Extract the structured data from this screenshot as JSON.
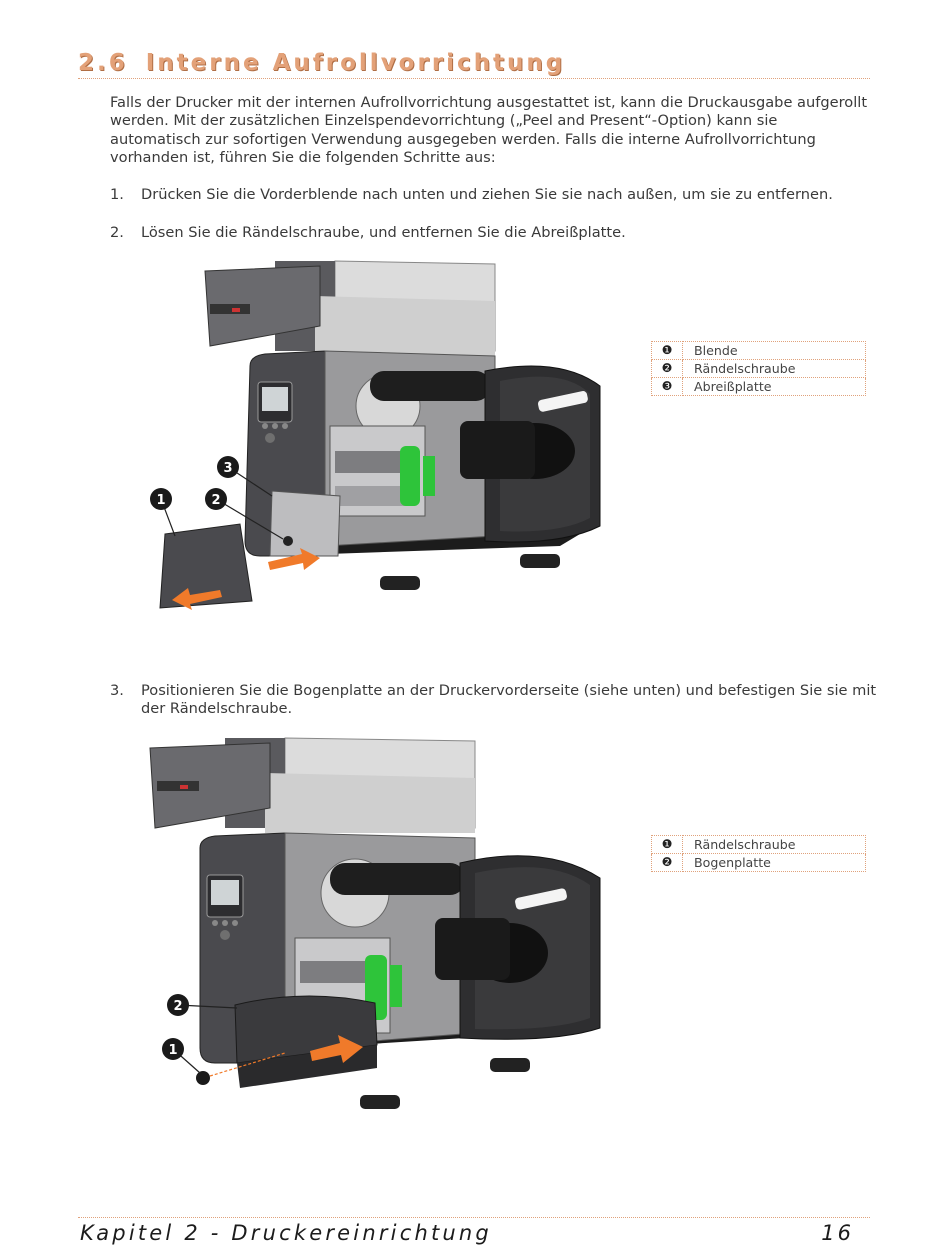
{
  "section": {
    "number": "2.6",
    "title": "Interne Aufrollvorrichtung"
  },
  "intro": "Falls der Drucker mit der internen Aufrollvorrichtung ausgestattet ist, kann die Druckausgabe aufgerollt werden. Mit der zusätzlichen Einzelspendevorrichtung („Peel and Present“-Option) kann sie automatisch zur sofortigen Verwendung ausgegeben werden. Falls die interne Aufrollvorrichtung vorhanden ist, führen Sie die folgenden Schritte aus:",
  "steps": [
    {
      "num": "1.",
      "text": "Drücken Sie die Vorderblende nach unten und ziehen Sie sie nach außen, um sie zu entfernen."
    },
    {
      "num": "2.",
      "text": "Lösen Sie die Rändelschraube, und entfernen Sie die Abreißplatte."
    },
    {
      "num": "3.",
      "text": "Positionieren Sie die Bogenplatte an der Druckervorderseite (siehe unten) und befestigen Sie sie mit der Rändelschraube."
    }
  ],
  "figure1": {
    "callouts": [
      "1",
      "2",
      "3"
    ],
    "legend": [
      {
        "key": "❶",
        "label": "Blende"
      },
      {
        "key": "❷",
        "label": "Rändelschraube"
      },
      {
        "key": "❸",
        "label": "Abreißplatte"
      }
    ]
  },
  "figure2": {
    "callouts": [
      "1",
      "2"
    ],
    "legend": [
      {
        "key": "❶",
        "label": "Rändelschraube"
      },
      {
        "key": "❷",
        "label": "Bogenplatte"
      }
    ]
  },
  "colors": {
    "accent": "#e3a178",
    "arrow": "#f07a2a",
    "highlight_green": "#2ec43a",
    "printer_dark": "#4a4a4e"
  },
  "footer": {
    "chapter": "Kapitel 2 - Druckereinrichtung",
    "page": "16"
  }
}
